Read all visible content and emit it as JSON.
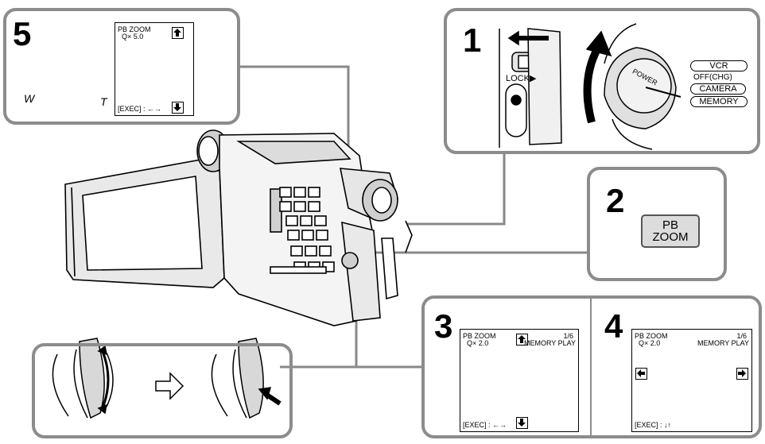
{
  "panel5": {
    "step": "5",
    "screen": {
      "line1": "PB  ZOOM",
      "line2": "Q×  5.0",
      "exec": "[EXEC] : ←→"
    },
    "lever": {
      "w": "W",
      "t": "T"
    }
  },
  "panel1": {
    "step": "1",
    "lock_label": "LOCK▶",
    "dial_label": "POWER",
    "modes": [
      "VCR",
      "OFF(CHG)",
      "CAMERA",
      "MEMORY"
    ]
  },
  "panel2": {
    "step": "2",
    "button_line1": "PB",
    "button_line2": "ZOOM"
  },
  "panel3": {
    "step": "3",
    "screen": {
      "line1": "PB  ZOOM",
      "line2": "Q×  2.0",
      "counter": "1/6",
      "mode": "MEMORY  PLAY",
      "exec": "[EXEC] : ←→"
    }
  },
  "panel4": {
    "step": "4",
    "screen": {
      "line1": "PB  ZOOM",
      "line2": "Q×  2.0",
      "counter": "1/6",
      "mode": "MEMORY  PLAY",
      "exec": "[EXEC] : ↓↑"
    }
  },
  "colors": {
    "panel_border": "#8c8c8c",
    "line": "#000000",
    "button_fill": "#dcdcdc"
  }
}
